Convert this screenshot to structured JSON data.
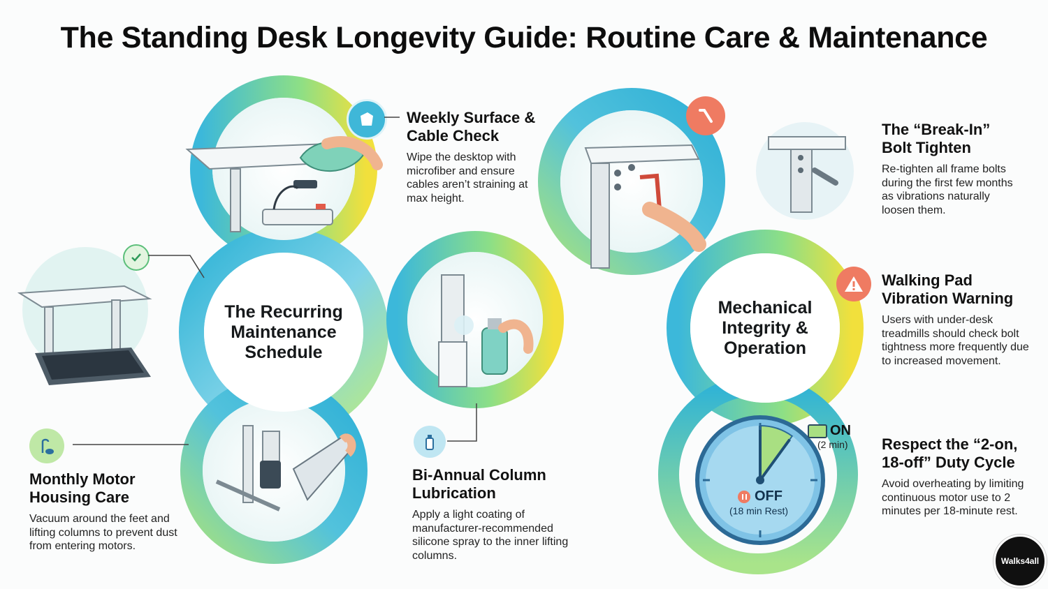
{
  "title": "The Standing Desk Longevity Guide: Routine Care & Maintenance",
  "hubs": {
    "left": "The Recurring Maintenance Schedule",
    "right": "Mechanical Integrity & Operation"
  },
  "tips": {
    "weekly": {
      "title": "Weekly Surface & Cable Check",
      "body": "Wipe the desktop with microfiber and ensure cables aren’t straining at max height.",
      "icon": "cloth-icon"
    },
    "monthly": {
      "title": "Monthly Motor Housing Care",
      "body": "Vacuum around the feet and lifting columns to prevent dust from entering motors.",
      "icon": "vacuum-icon"
    },
    "biannual": {
      "title": "Bi-Annual Column Lubrication",
      "body": "Apply a light coating of manufacturer-recommended silicone spray to the inner lifting columns.",
      "icon": "spray-can-icon"
    },
    "breakin": {
      "title": "The “Break-In” Bolt Tighten",
      "body": "Re-tighten all frame bolts during the first few months as vibrations naturally loosen them.",
      "icon": "hex-key-icon"
    },
    "walking": {
      "title": "Walking Pad Vibration Warning",
      "body": "Users with under-desk treadmills should check bolt tightness more frequently due to increased movement.",
      "icon": "warning-icon"
    },
    "duty": {
      "title": "Respect the “2-on, 18-off” Duty Cycle",
      "body": "Avoid overheating by limiting continuous motor use to 2 minutes per 18-minute rest."
    }
  },
  "timer": {
    "on_label": "ON",
    "on_sub": "(2 min)",
    "off_label": "OFF",
    "off_sub": "(18 min Rest)",
    "on_fraction": 0.1
  },
  "logo": "Walks4all",
  "colors": {
    "teal": "#39b6d8",
    "green": "#9fdc7a",
    "yellow": "#f2df3a",
    "alert": "#ef7b62"
  }
}
